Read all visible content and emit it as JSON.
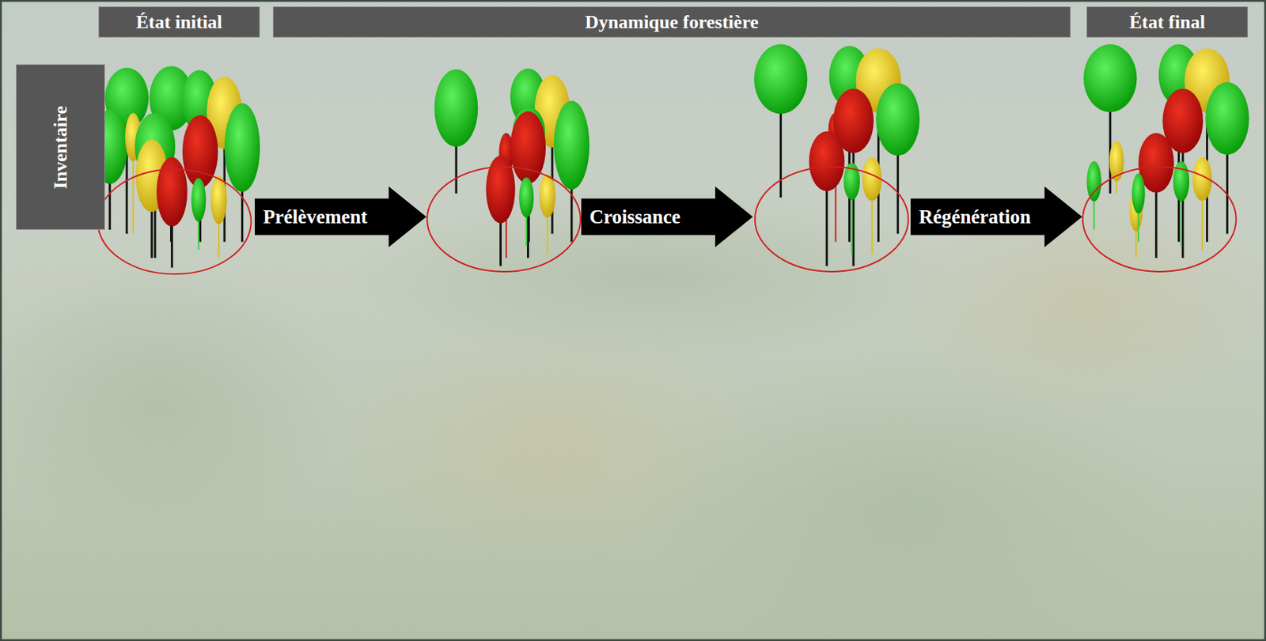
{
  "diagram": {
    "nodes": [
      {
        "text": [
          "État initial"
        ]
      },
      {
        "text": [
          "Dynamique forestière"
        ]
      },
      {
        "text": [
          "État final"
        ]
      },
      {
        "text": [
          "Inventaire"
        ]
      },
      {
        "text": [
          "Prélèvement"
        ]
      },
      {
        "text": [
          "Croissance"
        ]
      },
      {
        "text": [
          "Régénération"
        ]
      }
    ]
  }
}
